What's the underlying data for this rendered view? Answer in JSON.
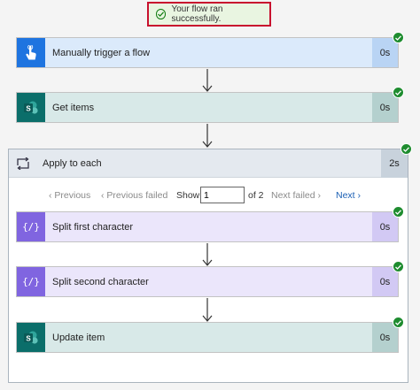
{
  "banner": {
    "message": "Your flow ran successfully."
  },
  "steps": {
    "trigger": {
      "label": "Manually trigger a flow",
      "duration": "0s"
    },
    "get_items": {
      "label": "Get items",
      "duration": "0s"
    },
    "split_first": {
      "label": "Split first character",
      "duration": "0s"
    },
    "split_second": {
      "label": "Split second character",
      "duration": "0s"
    },
    "update_item": {
      "label": "Update item",
      "duration": "0s"
    }
  },
  "apply_to_each": {
    "label": "Apply to each",
    "duration": "2s",
    "pager": {
      "previous": "Previous",
      "previous_failed": "Previous failed",
      "show": "Show",
      "current": "1",
      "of_total": "of 2",
      "next_failed": "Next failed",
      "next": "Next"
    }
  },
  "icons": {
    "trigger": "touch-hand-icon",
    "sharepoint": "sharepoint-icon",
    "compose": "curly-braces-icon",
    "loop": "loop-icon",
    "success": "check-circle-icon"
  },
  "colors": {
    "trigger_bg": "#dbeafb",
    "trigger_icon": "#1e74e0",
    "trigger_dur": "#b9d4f4",
    "sp_bg": "#d8e9e8",
    "sp_icon": "#0b6e6a",
    "sp_dur": "#b4d0ce",
    "compose_bg": "#ebe6fb",
    "compose_icon": "#8065e0",
    "compose_dur": "#d2c9f4",
    "success": "#1e8c2f"
  }
}
